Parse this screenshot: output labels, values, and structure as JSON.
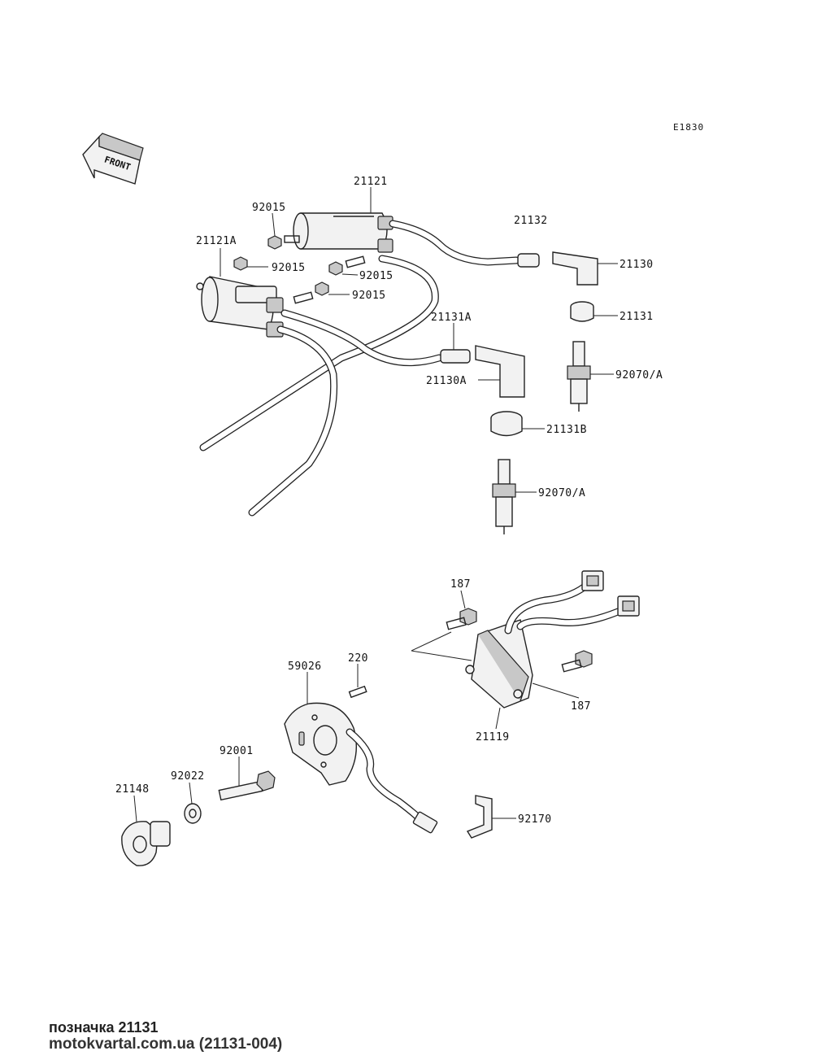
{
  "diagram_code": "E1830",
  "front_arrow_label": "FRONT",
  "callouts": {
    "c21121": "21121",
    "c92015a": "92015",
    "c21121A": "21121A",
    "c92015b": "92015",
    "c92015c": "92015",
    "c92015d": "92015",
    "c21132": "21132",
    "c21130": "21130",
    "c21131": "21131",
    "c21131A": "21131A",
    "c92070a": "92070/A",
    "c21130A": "21130A",
    "c21131B": "21131B",
    "c92070b": "92070/A",
    "c187a": "187",
    "c187b": "187",
    "c21119": "21119",
    "c220": "220",
    "c59026": "59026",
    "c92001": "92001",
    "c92022": "92022",
    "c21148": "21148",
    "c92170": "92170"
  },
  "footer": {
    "caption": "позначка 21131",
    "source": "motokvartal.com.ua (21131-004)"
  }
}
